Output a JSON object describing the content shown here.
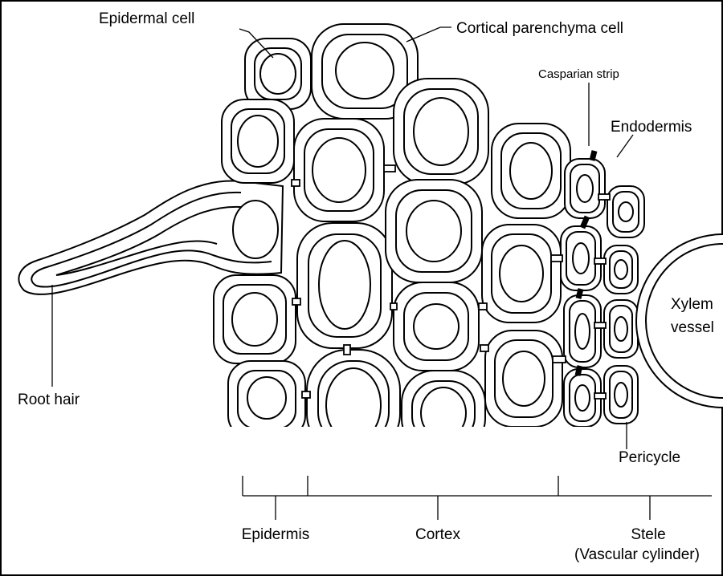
{
  "labels": {
    "epidermal_cell": "Epidermal cell",
    "cortical_parenchyma_cell": "Cortical parenchyma cell",
    "casparian_strip": "Casparian strip",
    "endodermis": "Endodermis",
    "xylem_vessel_line1": "Xylem",
    "xylem_vessel_line2": "vessel",
    "root_hair": "Root hair",
    "pericycle": "Pericycle"
  },
  "scale": {
    "epidermis": "Epidermis",
    "cortex": "Cortex",
    "stele_line1": "Stele",
    "stele_line2": "(Vascular cylinder)"
  }
}
